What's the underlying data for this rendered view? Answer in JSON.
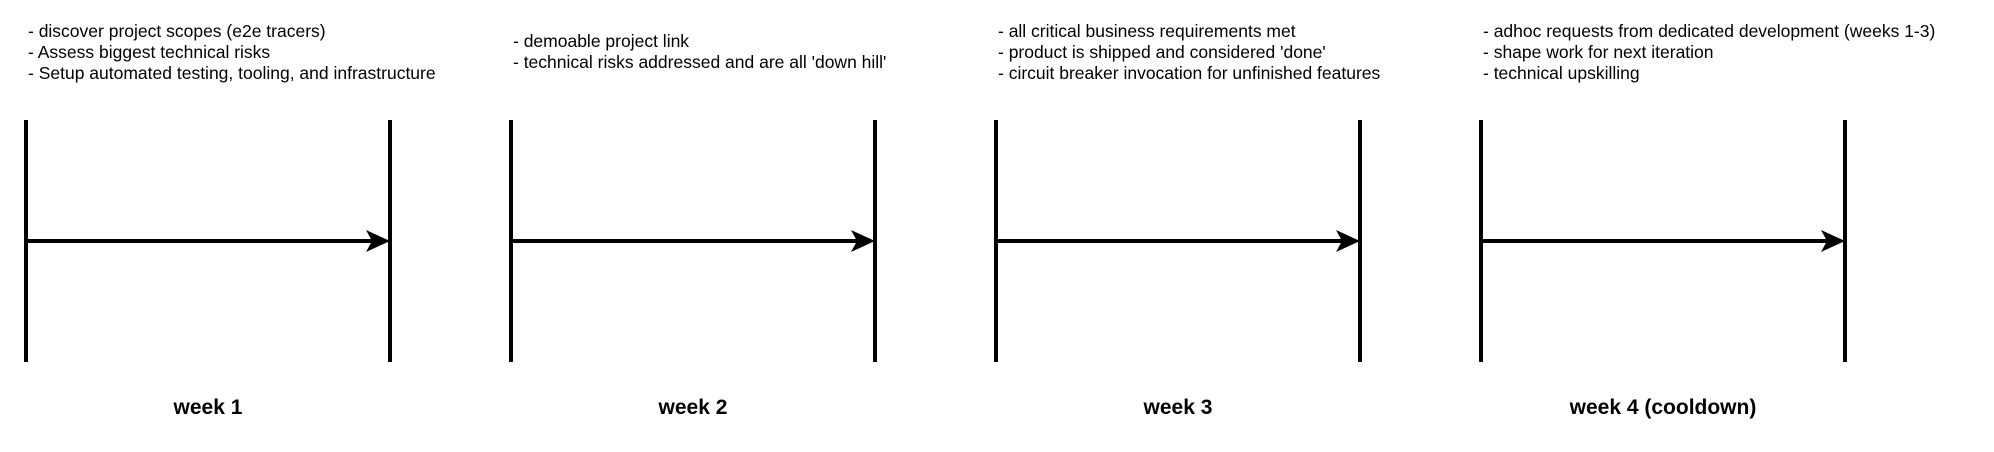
{
  "phases": [
    {
      "label": "week 1",
      "notes": [
        "- discover project scopes (e2e tracers)",
        "- Assess biggest technical risks",
        "- Setup automated testing, tooling, and infrastructure"
      ]
    },
    {
      "label": "week 2",
      "notes": [
        "- demoable project link",
        "- technical risks addressed and are all 'down hill'"
      ]
    },
    {
      "label": "week 3",
      "notes": [
        "- all critical business requirements met",
        "- product is shipped and considered 'done'",
        "- circuit breaker invocation for unfinished features"
      ]
    },
    {
      "label": "week 4 (cooldown)",
      "notes": [
        "- adhoc requests from dedicated development (weeks 1-3)",
        "- shape work for next iteration",
        "- technical upskilling"
      ]
    }
  ],
  "colors": {
    "stroke": "#000000",
    "background": "#ffffff"
  }
}
